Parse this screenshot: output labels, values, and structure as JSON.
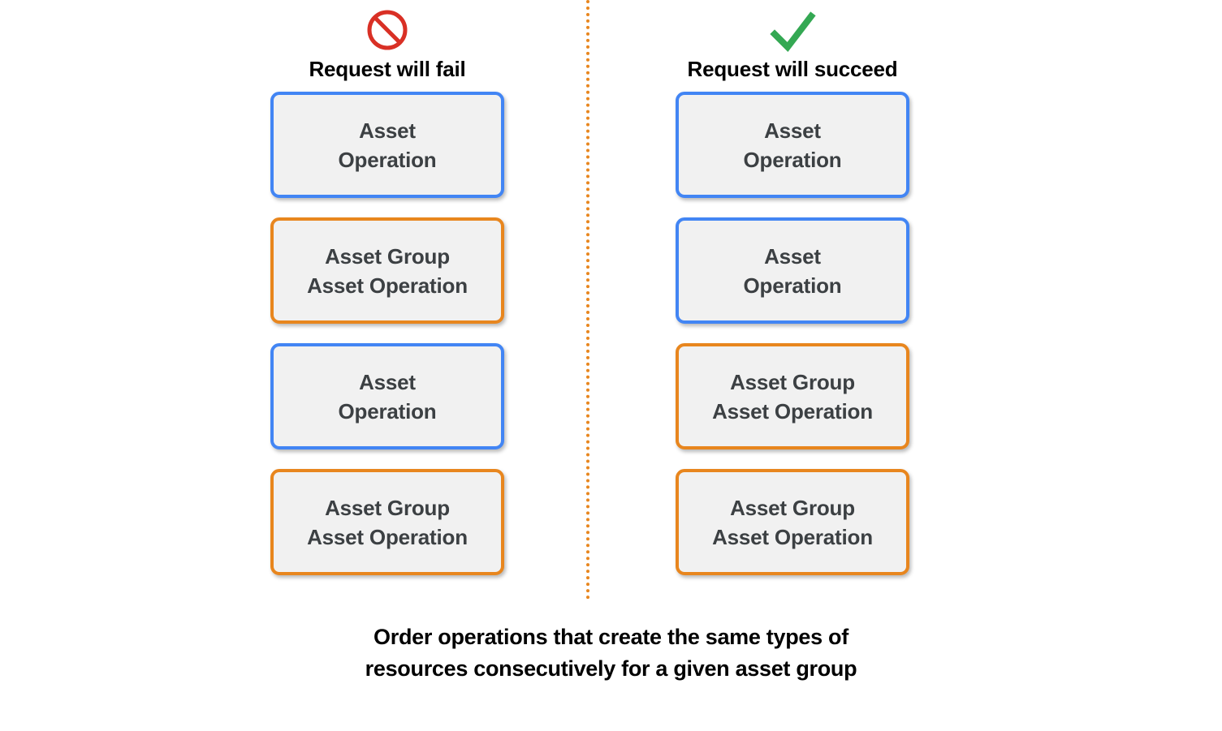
{
  "diagram": {
    "caption_lines": [
      "Order operations that create the same types of",
      "resources consecutively for a given asset group"
    ],
    "divider": {
      "style": "dotted",
      "color": "#E8861E",
      "orientation": "vertical"
    },
    "colors": {
      "blue_border": "#4285F4",
      "orange_border": "#E8861E",
      "card_fill": "#F1F1F1",
      "card_text": "#3C4043",
      "fail_icon": "#D93025",
      "success_icon": "#34A853",
      "background": "#FFFFFF"
    },
    "columns": [
      {
        "id": "fail",
        "icon": "prohibition-icon",
        "icon_color": "#D93025",
        "title": "Request will fail",
        "cards": [
          {
            "type": "blue",
            "lines": [
              "Asset",
              "Operation"
            ]
          },
          {
            "type": "orange",
            "lines": [
              "Asset Group",
              "Asset Operation"
            ]
          },
          {
            "type": "blue",
            "lines": [
              "Asset",
              "Operation"
            ]
          },
          {
            "type": "orange",
            "lines": [
              "Asset Group",
              "Asset Operation"
            ]
          }
        ]
      },
      {
        "id": "succeed",
        "icon": "check-icon",
        "icon_color": "#34A853",
        "title": "Request will succeed",
        "cards": [
          {
            "type": "blue",
            "lines": [
              "Asset",
              "Operation"
            ]
          },
          {
            "type": "blue",
            "lines": [
              "Asset",
              "Operation"
            ]
          },
          {
            "type": "orange",
            "lines": [
              "Asset Group",
              "Asset Operation"
            ]
          },
          {
            "type": "orange",
            "lines": [
              "Asset Group",
              "Asset Operation"
            ]
          }
        ]
      }
    ]
  }
}
